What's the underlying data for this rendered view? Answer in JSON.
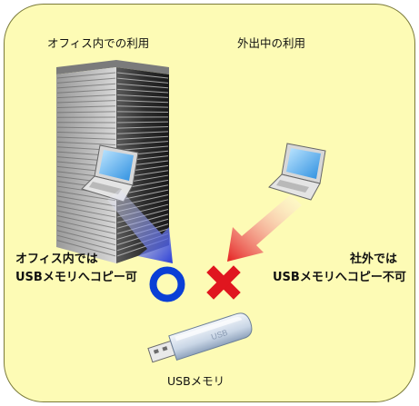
{
  "headers": {
    "left": "オフィス内での利用",
    "right": "外出中の利用"
  },
  "left_caption": {
    "line1": "オフィス内では",
    "line2": "USBメモリへコピー可"
  },
  "right_caption": {
    "line1": "社外では",
    "line2": "USBメモリへコピー不可"
  },
  "usb_label": "USBメモリ",
  "usb_stick_text": "USB",
  "icons": {
    "allowed": "circle-ok-icon",
    "denied": "cross-ng-icon"
  },
  "colors": {
    "background": "#fdfbb5",
    "allowed": "#0a3fd6",
    "denied": "#e0161f",
    "building": "#3a3a3a"
  }
}
